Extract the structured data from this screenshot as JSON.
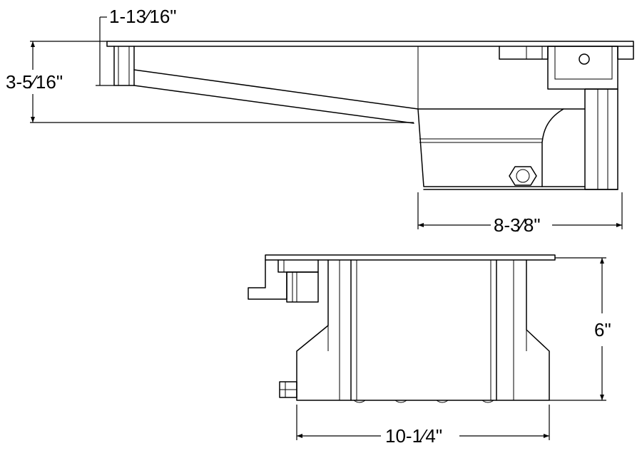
{
  "dimensions": {
    "flange_height": "1-13⁄16\"",
    "overall_depth": "3-5⁄16\"",
    "sump_length": "8-3⁄8\"",
    "height": "6\"",
    "width": "10-1⁄4\""
  }
}
